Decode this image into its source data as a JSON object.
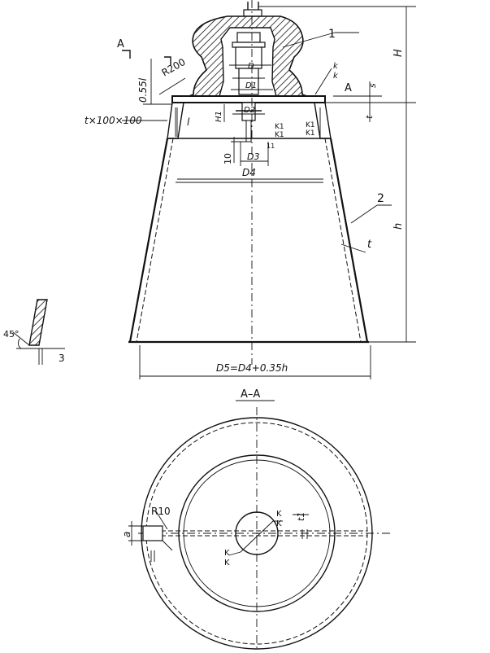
{
  "labels": {
    "callout_1": "1",
    "callout_2": "2",
    "section_mark_left": "A",
    "section_mark_right": "A",
    "radius_top": "R200",
    "dim_055l": "0.55l",
    "dim_l": "l",
    "plate_size": "t×100×100",
    "dim_D": "D",
    "dim_D1": "D1",
    "dim_D2": "D2",
    "dim_D3": "D3",
    "dim_D4": "D4",
    "dim_D5": "D5=D4+0.35h",
    "dim_H": "H",
    "dim_h": "h",
    "dim_H1": "H1",
    "dim_s": "s",
    "dim_t_right": "t",
    "dim_t_wall": "t",
    "dim_10": "10",
    "dim_11": "11",
    "weld_k_top": "k",
    "weld_k_top2": "k",
    "weld_K1_left": "K1",
    "weld_K1_left2": "K1",
    "weld_K1_right": "K1",
    "weld_K1_right2": "K1",
    "angle_45": "45°",
    "dim_3": "3",
    "section_title": "A–A",
    "radius_R10": "R10",
    "dim_a": "a",
    "dim_t1": "t1",
    "weld_K_upper": "K",
    "weld_K_upper2": "K",
    "weld_K_lower": "K",
    "weld_K_lower2": "K"
  }
}
